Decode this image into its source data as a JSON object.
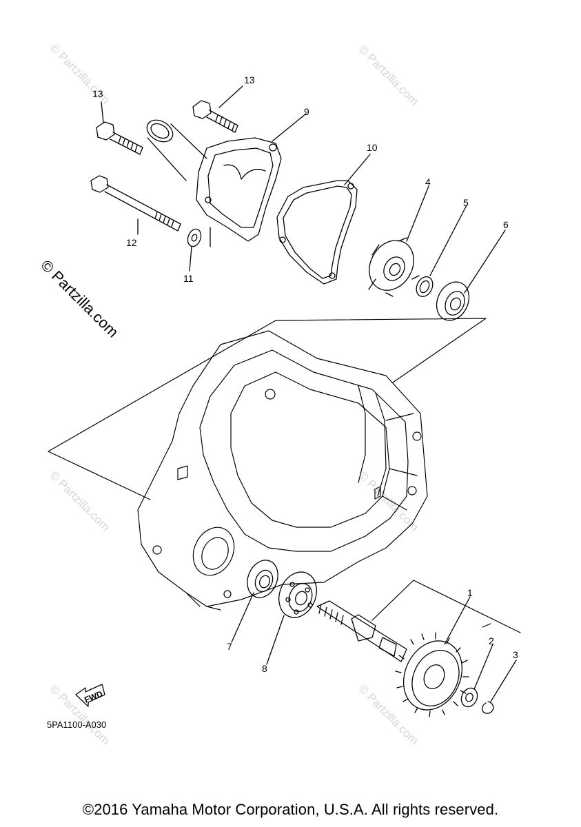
{
  "diagram": {
    "watermark_main": "© Partzilla.com",
    "watermark_faint": "© Partzilla.com",
    "fwd_label": "FWD",
    "diagram_code": "5PA1100-A030",
    "copyright": "©2016 Yamaha Motor Corporation, U.S.A. All rights reserved.",
    "callouts": {
      "c1": "1",
      "c2": "2",
      "c3": "3",
      "c4": "4",
      "c5": "5",
      "c6": "6",
      "c7": "7",
      "c8": "8",
      "c9": "9",
      "c10": "10",
      "c11": "11",
      "c12": "12",
      "c13a": "13",
      "c13b": "13"
    }
  }
}
